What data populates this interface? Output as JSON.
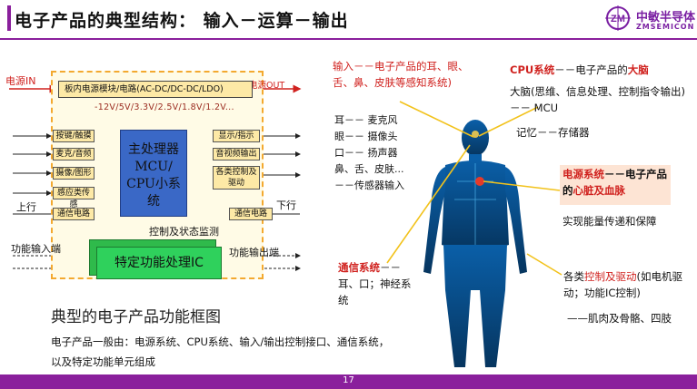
{
  "header": {
    "title": "电子产品的典型结构： 输入－运算－输出",
    "logo_cn": "中敏半导体",
    "logo_en": "ZMSEMICON",
    "logo_mark": "ZM"
  },
  "diagram": {
    "power_in": "电源IN",
    "power_out": "电源OUT",
    "psu_module": "板内电源模块/电路(AC-DC/DC-DC/LDO)",
    "voltages": "-12V/5V/3.3V/2.5V/1.8V/1.2V...",
    "left_modules": [
      "按键/触摸",
      "麦克/音频",
      "摄像/图形",
      "感应类传感"
    ],
    "comm_left": "通信电路",
    "comm_right": "通信电路",
    "right_modules": [
      "显示/指示",
      "音视频输出",
      "各类控制及驱动"
    ],
    "cpu_line1": "主处理器",
    "cpu_line2": "MCU/",
    "cpu_line3": "CPU小系统",
    "uplink": "上行",
    "downlink": "下行",
    "control_monitor": "控制及状态监测",
    "func_in": "功能输入端",
    "func_out": "功能输出端",
    "func_ic": "特定功能处理IC",
    "caption": "典型的电子产品功能框图",
    "desc": "电子产品一般由：电源系统、CPU系统、输入/输出控制接口、通信系统，以及特定功能单元组成"
  },
  "annotations": {
    "input_title_a": "输入－－电子产品的",
    "input_title_b": "耳、眼、舌、鼻、皮肤等感知系统)",
    "input_list": [
      "耳－－ 麦克风",
      "眼－－ 摄像头",
      "口－－ 扬声器",
      "鼻、舌、皮肤...",
      "－－传感器输入"
    ],
    "cpu_title_a": "CPU系统",
    "cpu_title_b": "－－电子产品的",
    "cpu_title_c": "大脑",
    "cpu_desc": "大脑(思维、信息处理、控制指令输出) －－ MCU",
    "cpu_memory": "记忆－－存储器",
    "power_title_a": "电源系统",
    "power_title_b": "－－电子产品的",
    "power_title_c": "心脏及血脉",
    "power_desc": "实现能量传递和保障",
    "comm_title_a": "通信系统",
    "comm_title_b": "－－耳、口；神经系统",
    "ctrl_title_a": "各类",
    "ctrl_title_b": "控制及驱动",
    "ctrl_title_c": "(如电机驱动；功能IC控制)",
    "ctrl_desc": "——肌肉及骨骼、四肢"
  },
  "footer": {
    "page": "17"
  },
  "colors": {
    "accent": "#8a1f9c",
    "red": "#d0221f",
    "cpu_blue": "#3a68c6",
    "ic_green": "#2fd15c",
    "frame": "#f3a92f"
  }
}
